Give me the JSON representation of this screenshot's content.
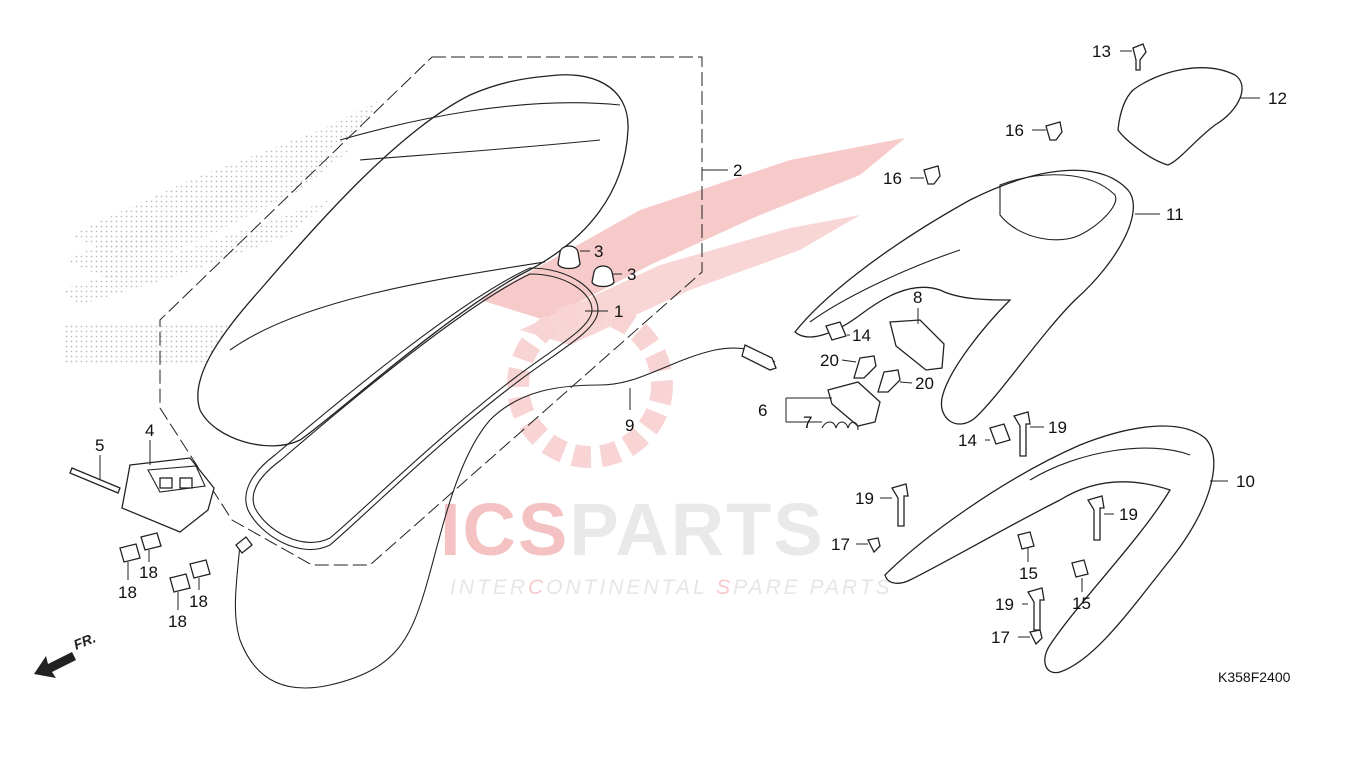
{
  "diagram_code": "K358F2400",
  "direction_marker": "FR.",
  "watermark": {
    "main_prefix": "ICS",
    "main_suffix": "PARTS",
    "tagline_parts": [
      "INTER",
      "C",
      "ONTINENTAL ",
      "S",
      "PARE PARTS"
    ]
  },
  "parts": [
    {
      "id": "part-1",
      "label": "1"
    },
    {
      "id": "part-2",
      "label": "2"
    },
    {
      "id": "part-3a",
      "label": "3"
    },
    {
      "id": "part-3b",
      "label": "3"
    },
    {
      "id": "part-4",
      "label": "4"
    },
    {
      "id": "part-5",
      "label": "5"
    },
    {
      "id": "part-6",
      "label": "6"
    },
    {
      "id": "part-7",
      "label": "7"
    },
    {
      "id": "part-8",
      "label": "8"
    },
    {
      "id": "part-9",
      "label": "9"
    },
    {
      "id": "part-10",
      "label": "10"
    },
    {
      "id": "part-11",
      "label": "11"
    },
    {
      "id": "part-12",
      "label": "12"
    },
    {
      "id": "part-13",
      "label": "13"
    },
    {
      "id": "part-14a",
      "label": "14"
    },
    {
      "id": "part-14b",
      "label": "14"
    },
    {
      "id": "part-15a",
      "label": "15"
    },
    {
      "id": "part-15b",
      "label": "15"
    },
    {
      "id": "part-16a",
      "label": "16"
    },
    {
      "id": "part-16b",
      "label": "16"
    },
    {
      "id": "part-17a",
      "label": "17"
    },
    {
      "id": "part-17b",
      "label": "17"
    },
    {
      "id": "part-18a",
      "label": "18"
    },
    {
      "id": "part-18b",
      "label": "18"
    },
    {
      "id": "part-18c",
      "label": "18"
    },
    {
      "id": "part-18d",
      "label": "18"
    },
    {
      "id": "part-19a",
      "label": "19"
    },
    {
      "id": "part-19b",
      "label": "19"
    },
    {
      "id": "part-19c",
      "label": "19"
    },
    {
      "id": "part-19d",
      "label": "19"
    },
    {
      "id": "part-20a",
      "label": "20"
    },
    {
      "id": "part-20b",
      "label": "20"
    }
  ]
}
